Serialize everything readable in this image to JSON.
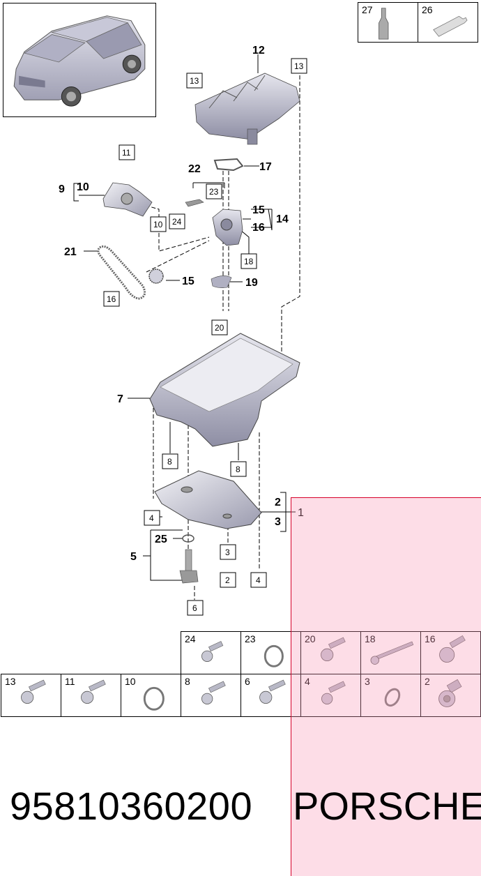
{
  "part_number": "95810360200",
  "brand": "PORSCHE",
  "tools": [
    {
      "num": "27",
      "icon": "sealant-bottle-icon"
    },
    {
      "num": "26",
      "icon": "grease-tube-icon"
    }
  ],
  "callouts": {
    "c1": "1",
    "c2": "2",
    "c3": "3",
    "c5": "5",
    "c7": "7",
    "c9": "9",
    "c10": "10",
    "c12": "12",
    "c14": "14",
    "c15a": "15",
    "c15b": "15",
    "c16": "16",
    "c17": "17",
    "c19": "19",
    "c21": "21",
    "c22": "22",
    "c25": "25"
  },
  "boxed": {
    "b13a": "13",
    "b13b": "13",
    "b11": "11",
    "b10": "10",
    "b23": "23",
    "b24": "24",
    "b18": "18",
    "b16": "16",
    "b20": "20",
    "b8a": "8",
    "b8b": "8",
    "b4a": "4",
    "b4b": "4",
    "b3": "3",
    "b2": "2",
    "b6": "6"
  },
  "fastener_row1": [
    {
      "num": "24",
      "icon": "bolt-icon"
    },
    {
      "num": "23",
      "icon": "seal-ring-icon"
    },
    {
      "num": "20",
      "icon": "bolt-icon"
    },
    {
      "num": "18",
      "icon": "long-bolt-icon"
    },
    {
      "num": "16",
      "icon": "flange-bolt-icon"
    }
  ],
  "fastener_row2": [
    {
      "num": "13",
      "icon": "bolt-icon"
    },
    {
      "num": "11",
      "icon": "bolt-icon"
    },
    {
      "num": "10",
      "icon": "seal-ring-icon"
    },
    {
      "num": "8",
      "icon": "bolt-icon"
    },
    {
      "num": "6",
      "icon": "bolt-icon"
    },
    {
      "num": "4",
      "icon": "bolt-icon"
    },
    {
      "num": "3",
      "icon": "seal-ring-icon"
    },
    {
      "num": "2",
      "icon": "drain-plug-icon"
    }
  ],
  "colors": {
    "highlight": "#f9c9d6",
    "highlight_border": "#d6002a",
    "part_fill": "#c9c9d6"
  }
}
